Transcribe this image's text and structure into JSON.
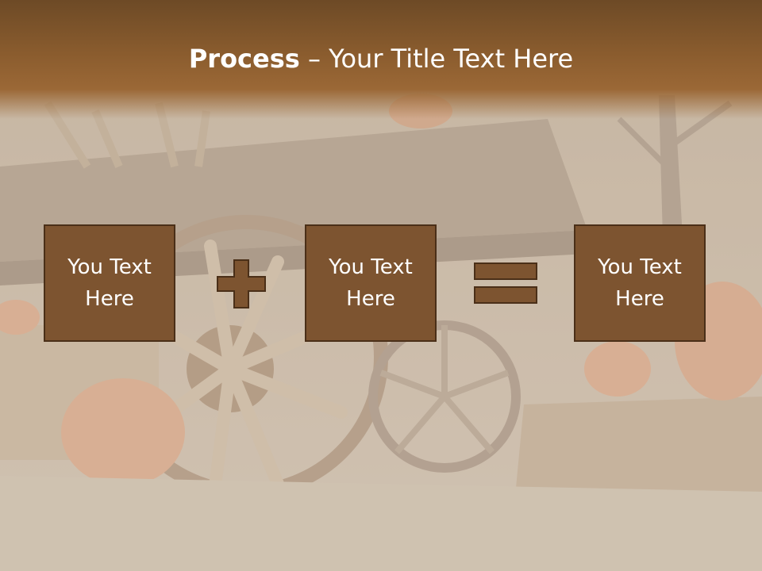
{
  "slide": {
    "title_bold": "Process",
    "title_dash": " – ",
    "title_rest": "Your Title Text Here",
    "boxes": [
      {
        "line1": "You Text",
        "line2": "Here"
      },
      {
        "line1": "You Text",
        "line2": "Here"
      },
      {
        "line1": "You Text",
        "line2": "Here"
      }
    ],
    "operators": [
      "plus-icon",
      "equals-icon"
    ]
  },
  "colors": {
    "title_bar": "#8a5c2e",
    "box_fill": "#7d5430",
    "box_border": "#4a2f18",
    "text": "#ffffff"
  }
}
